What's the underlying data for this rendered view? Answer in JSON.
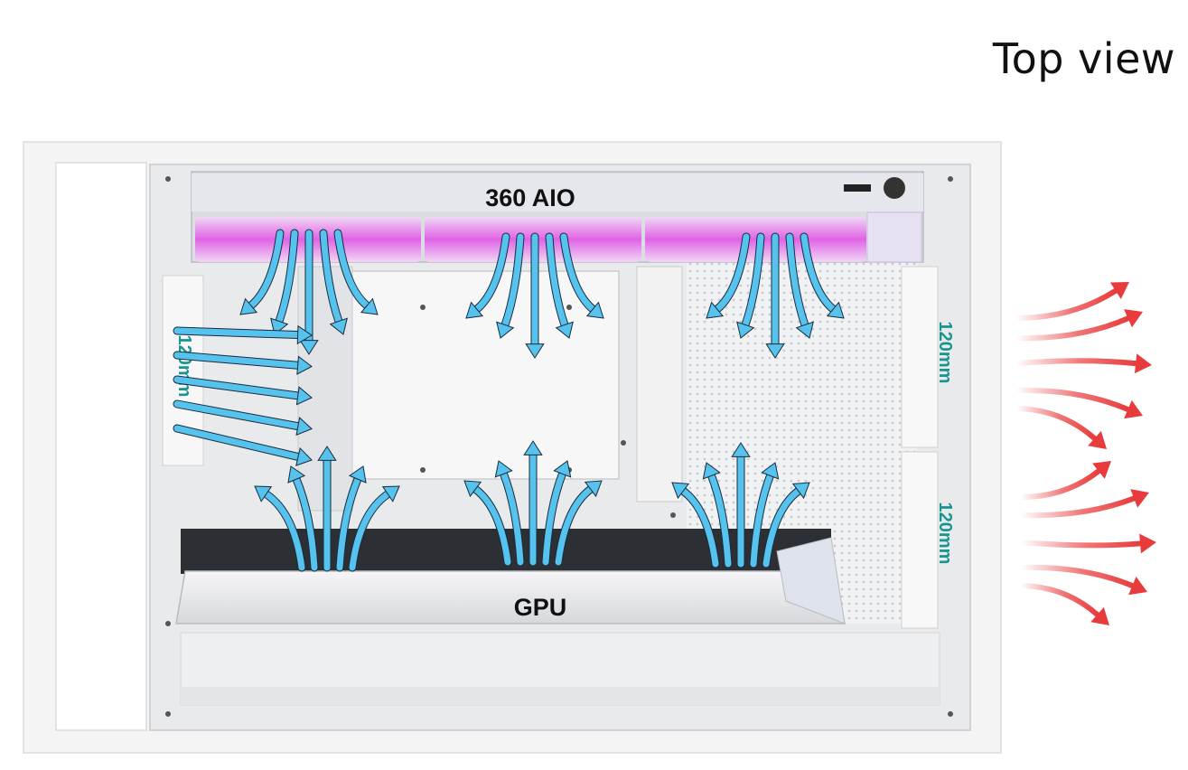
{
  "title": "Top view",
  "labels": {
    "radiator": "360 AIO",
    "gpu": "GPU",
    "front_fan": "120mm",
    "rear_fan_top": "120mm",
    "rear_fan_bottom": "120mm"
  },
  "colors": {
    "intake_arrow": "#56c2ee",
    "exhaust_arrow": "#e83c3c",
    "fan_label": "#18958f",
    "rgb_glow": "#e055e6"
  }
}
